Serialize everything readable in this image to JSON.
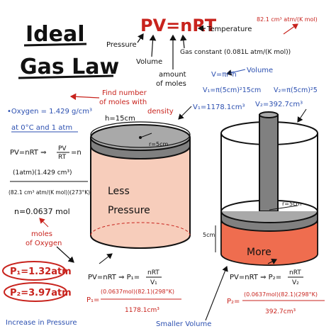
{
  "title": {
    "line1": "Ideal",
    "line2": "Gas Law"
  },
  "equation": {
    "main": "PV=nRT",
    "pressure": "Pressure",
    "volume": "Volume",
    "amount_line1": "amount",
    "amount_line2": "of moles",
    "gas_constant": "Gas constant (0.081L atm/(K mol))",
    "temperature": "Temperature",
    "temperature_red": "82.1 cm³ atm/(K mol)"
  },
  "find_moles": {
    "line1": "Find number",
    "line2": "of moles with",
    "line3": "density"
  },
  "oxygen": {
    "line1": "•Oxygen = 1.429 g/cm³",
    "line2": "at 0°C and 1 atm"
  },
  "work_left": {
    "eq1": "PV=nRT ⇒",
    "eq1_frac_num": "PV",
    "eq1_frac_den": "RT",
    "eq1_tail": "=n",
    "eq2": "(1atm)(1.429 cm³)",
    "eq3": "(82.1 cm³ atm/(K mol))(273°K)",
    "result": "n=0.0637 mol",
    "moles_note_line1": "moles",
    "moles_note_line2": "of Oxygen"
  },
  "answers": {
    "p1": "P₁=1.32atm",
    "p2": "P₂=3.97atm",
    "increase": "Increase in Pressure"
  },
  "volume_block": {
    "label": "Volume",
    "v_formula": "V=πr²h",
    "v1_eq": "V₁=π(5cm)²15cm",
    "v2_eq": "V₂=π(5cm)²5",
    "v1_result": "V₁=1178.1cm³",
    "v2_result": "V₂=392.7cm³"
  },
  "cyl_left": {
    "height": "h=15cm",
    "radius": "r=5cm",
    "label_line1": "Less",
    "label_line2": "Pressure"
  },
  "cyl_right": {
    "radius": "r=5cm",
    "height": "5cm",
    "label": "More"
  },
  "bottom_left": {
    "eq": "PV=nRT ⇒ P₁=",
    "frac_num": "nRT",
    "frac_den": "V₁",
    "sub_num": "(0.0637mol)(82.1)(298°K)",
    "sub_p": "P₁=",
    "sub_den": "1178.1cm³"
  },
  "bottom_right": {
    "eq": "PV=nRT ⇒ P₂=",
    "frac_num": "nRT",
    "frac_den": "V₂",
    "sub_num": "(0.0637mol)(82.1)(298°K)",
    "sub_p": "P₂=",
    "sub_den": "392.7cm³"
  },
  "smaller_volume": "Smaller Volume",
  "colors": {
    "ink": "#111111",
    "red": "#c8231d",
    "blue": "#2b4fb0",
    "salmon_light": "#f7cdbb",
    "salmon_dark": "#ef6d4f",
    "lid": "#7f7f7f"
  }
}
